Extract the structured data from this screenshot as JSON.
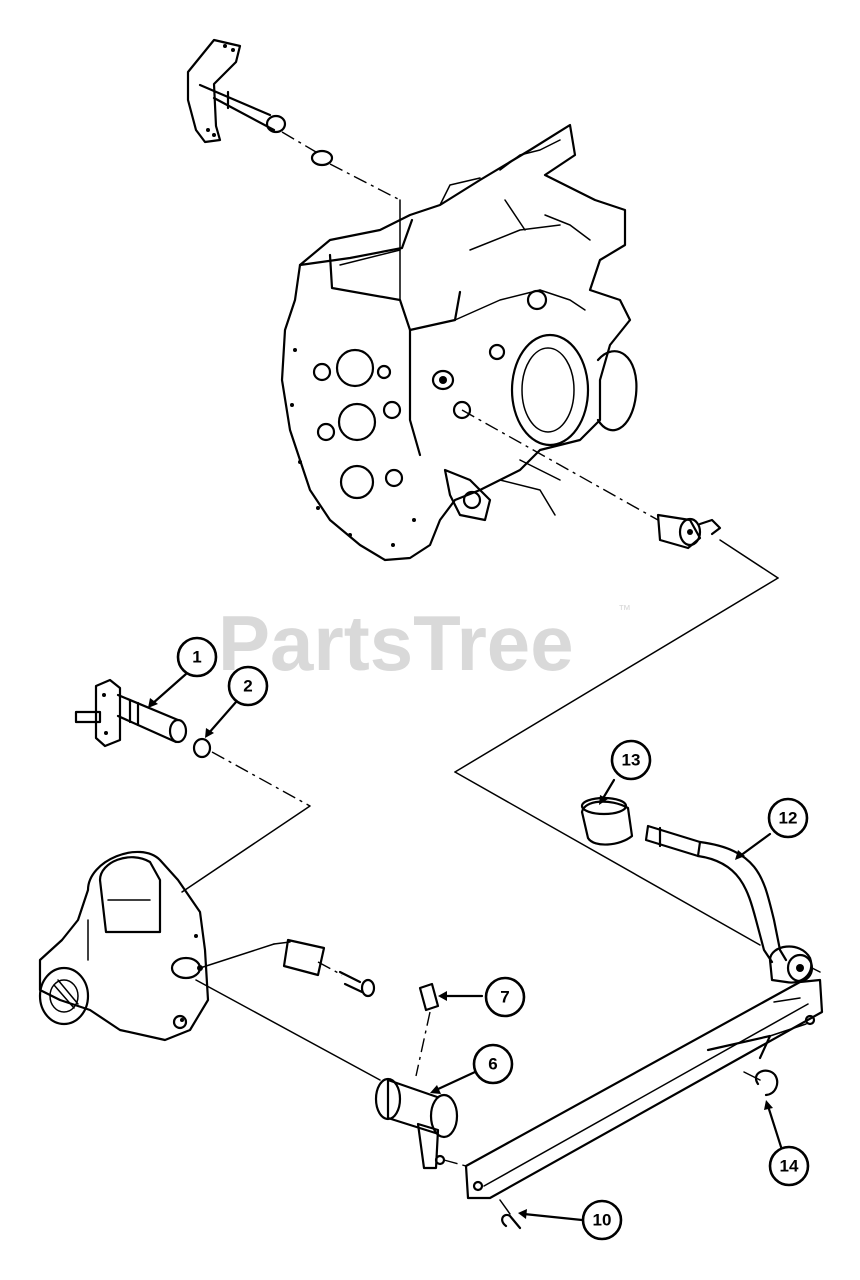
{
  "watermark": {
    "text": "PartsTree",
    "trademark": "™"
  },
  "callouts": [
    {
      "id": "c1",
      "label": "1"
    },
    {
      "id": "c2",
      "label": "2"
    },
    {
      "id": "c6",
      "label": "6"
    },
    {
      "id": "c7",
      "label": "7"
    },
    {
      "id": "c10",
      "label": "10"
    },
    {
      "id": "c12",
      "label": "12"
    },
    {
      "id": "c13",
      "label": "13"
    },
    {
      "id": "c14",
      "label": "14"
    }
  ]
}
